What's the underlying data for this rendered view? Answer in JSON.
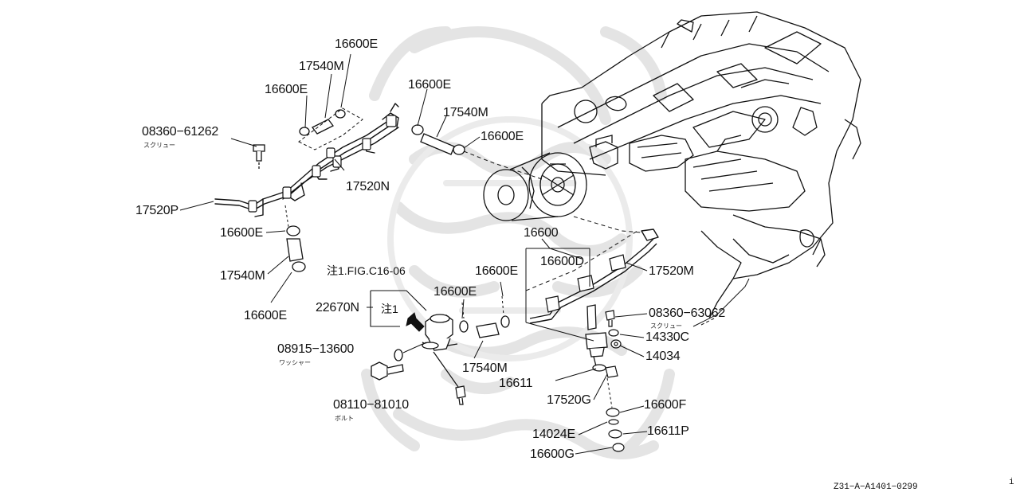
{
  "labels": {
    "p16600E_top": "16600E",
    "p17540M_top": "17540M",
    "p16600E_left": "16600E",
    "p08360_61262": "08360−61262",
    "screw_left": "スクリュー",
    "p17520N": "17520N",
    "p17520P": "17520P",
    "p16600E_mid": "16600E",
    "p17540M_mid": "17540M",
    "p16600E_low": "16600E",
    "p16600E_hose": "16600E",
    "p17540M_hose": "17540M",
    "p16600E_hose2": "16600E",
    "note_ref": "注1.FIG.C16-06",
    "p22670N": "22670N",
    "note_box": "注1",
    "p16600E_reg": "16600E",
    "p16600E_right": "16600E",
    "p08915_13600": "08915−13600",
    "washer": "ワッシャー",
    "p17540M_low": "17540M",
    "p08110_81010": "08110−81010",
    "bolt": "ボルト",
    "p16600": "16600",
    "p16600D": "16600D",
    "p17520M": "17520M",
    "p08360_63062": "08360−63062",
    "screw_right": "スクリュー",
    "p14330C": "14330C",
    "p14034": "14034",
    "p16611": "16611",
    "p17520G": "17520G",
    "p16600F": "16600F",
    "p14024E": "14024E",
    "p16611P": "16611P",
    "p16600G": "16600G"
  },
  "diagram_code": "Z31−A−A1401−0299",
  "corner_mark": "i",
  "colors": {
    "ink": "#111111",
    "watermark": "#e6e6e6",
    "background": "#ffffff"
  }
}
